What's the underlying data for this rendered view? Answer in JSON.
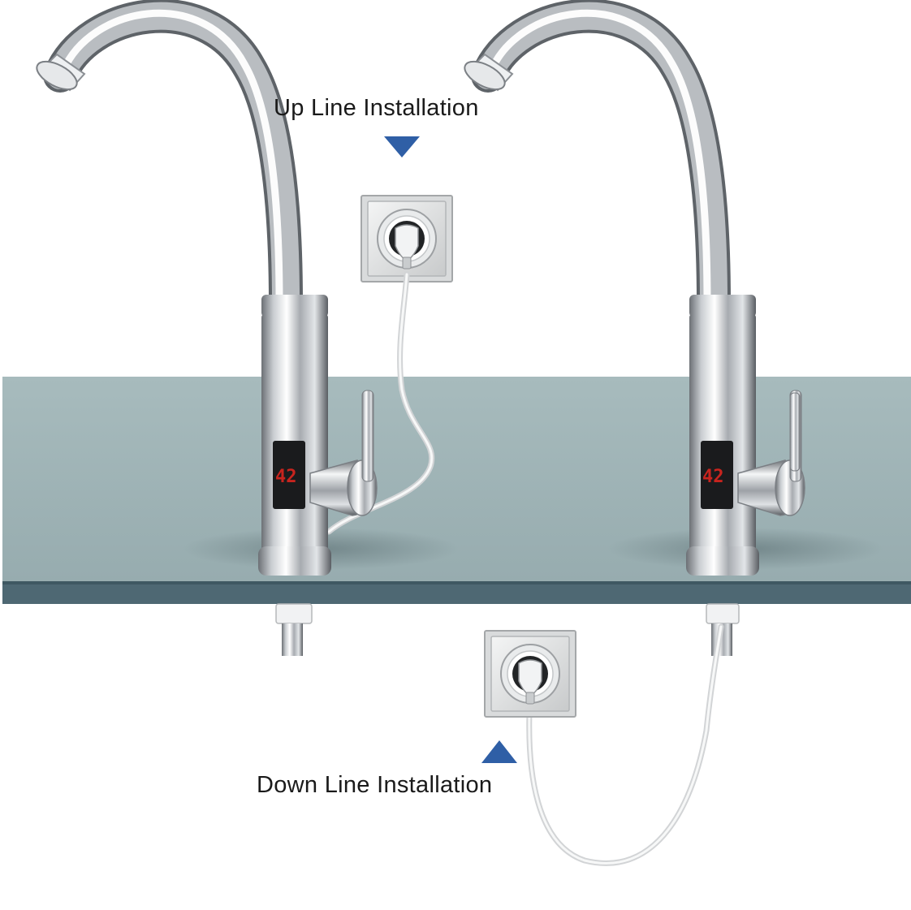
{
  "labels": {
    "up_line": "Up Line Installation",
    "down_line": "Down Line Installation"
  },
  "faucets": [
    {
      "display_reading": "42"
    },
    {
      "display_reading": "42"
    }
  ],
  "colors": {
    "arrow": "#2f5fa6",
    "countertop": "#9eb3b5",
    "countertop_edge": "#4b6570",
    "display_digits": "#c8241e"
  },
  "icons": {
    "up_arrow": "triangle-down-icon",
    "down_arrow": "triangle-up-icon",
    "socket": "wall-socket-icon"
  }
}
